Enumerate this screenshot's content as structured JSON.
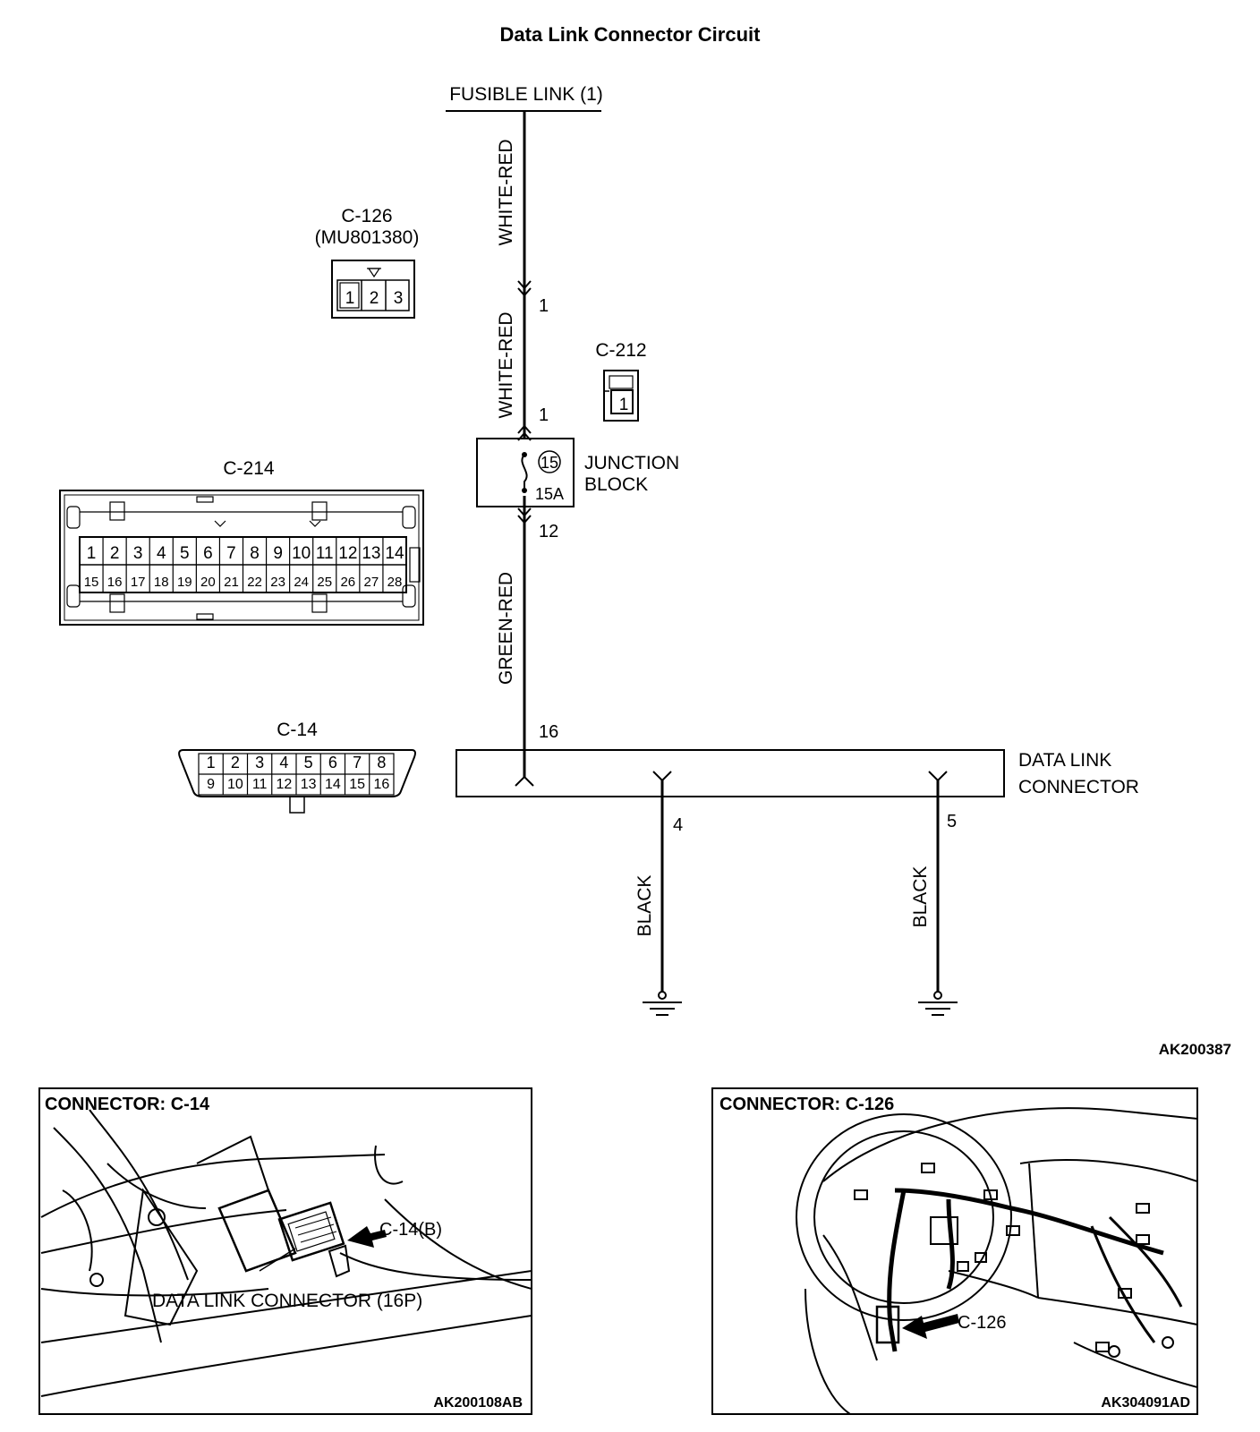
{
  "title": "Data Link Connector Circuit",
  "fusible_link": "FUSIBLE LINK (1)",
  "wires": {
    "top": "WHITE-RED",
    "middle": "WHITE-RED",
    "lower": "GREEN-RED",
    "ground_left": "BLACK",
    "ground_right": "BLACK"
  },
  "pins": {
    "c126_pin": "1",
    "junction_in": "1",
    "junction_out": "12",
    "dlc_power": "16",
    "dlc_ground_a": "4",
    "dlc_ground_b": "5"
  },
  "junction_block": {
    "line1": "JUNCTION",
    "line2": "BLOCK",
    "fuse_number": "15",
    "fuse_rating": "15A"
  },
  "data_link_connector": {
    "line1": "DATA LINK",
    "line2": "CONNECTOR"
  },
  "connectors": {
    "c126": {
      "label": "C-126",
      "part": "(MU801380)",
      "pins": [
        "1",
        "2",
        "3"
      ]
    },
    "c212": {
      "label": "C-212",
      "pins": [
        "1"
      ]
    },
    "c214": {
      "label": "C-214",
      "row1": [
        "1",
        "2",
        "3",
        "4",
        "5",
        "6",
        "7",
        "8",
        "9",
        "10",
        "11",
        "12",
        "13",
        "14"
      ],
      "row2": [
        "15",
        "16",
        "17",
        "18",
        "19",
        "20",
        "21",
        "22",
        "23",
        "24",
        "25",
        "26",
        "27",
        "28"
      ]
    },
    "c14": {
      "label": "C-14",
      "row1": [
        "1",
        "2",
        "3",
        "4",
        "5",
        "6",
        "7",
        "8"
      ],
      "row2": [
        "9",
        "10",
        "11",
        "12",
        "13",
        "14",
        "15",
        "16"
      ]
    }
  },
  "figure_code": "AK200387",
  "panels": {
    "left": {
      "title": "CONNECTOR: C-14",
      "callout": "C-14(B)",
      "caption": "DATA LINK CONNECTOR (16P)",
      "code": "AK200108AB"
    },
    "right": {
      "title": "CONNECTOR: C-126",
      "callout": "C-126",
      "code": "AK304091AD"
    }
  }
}
